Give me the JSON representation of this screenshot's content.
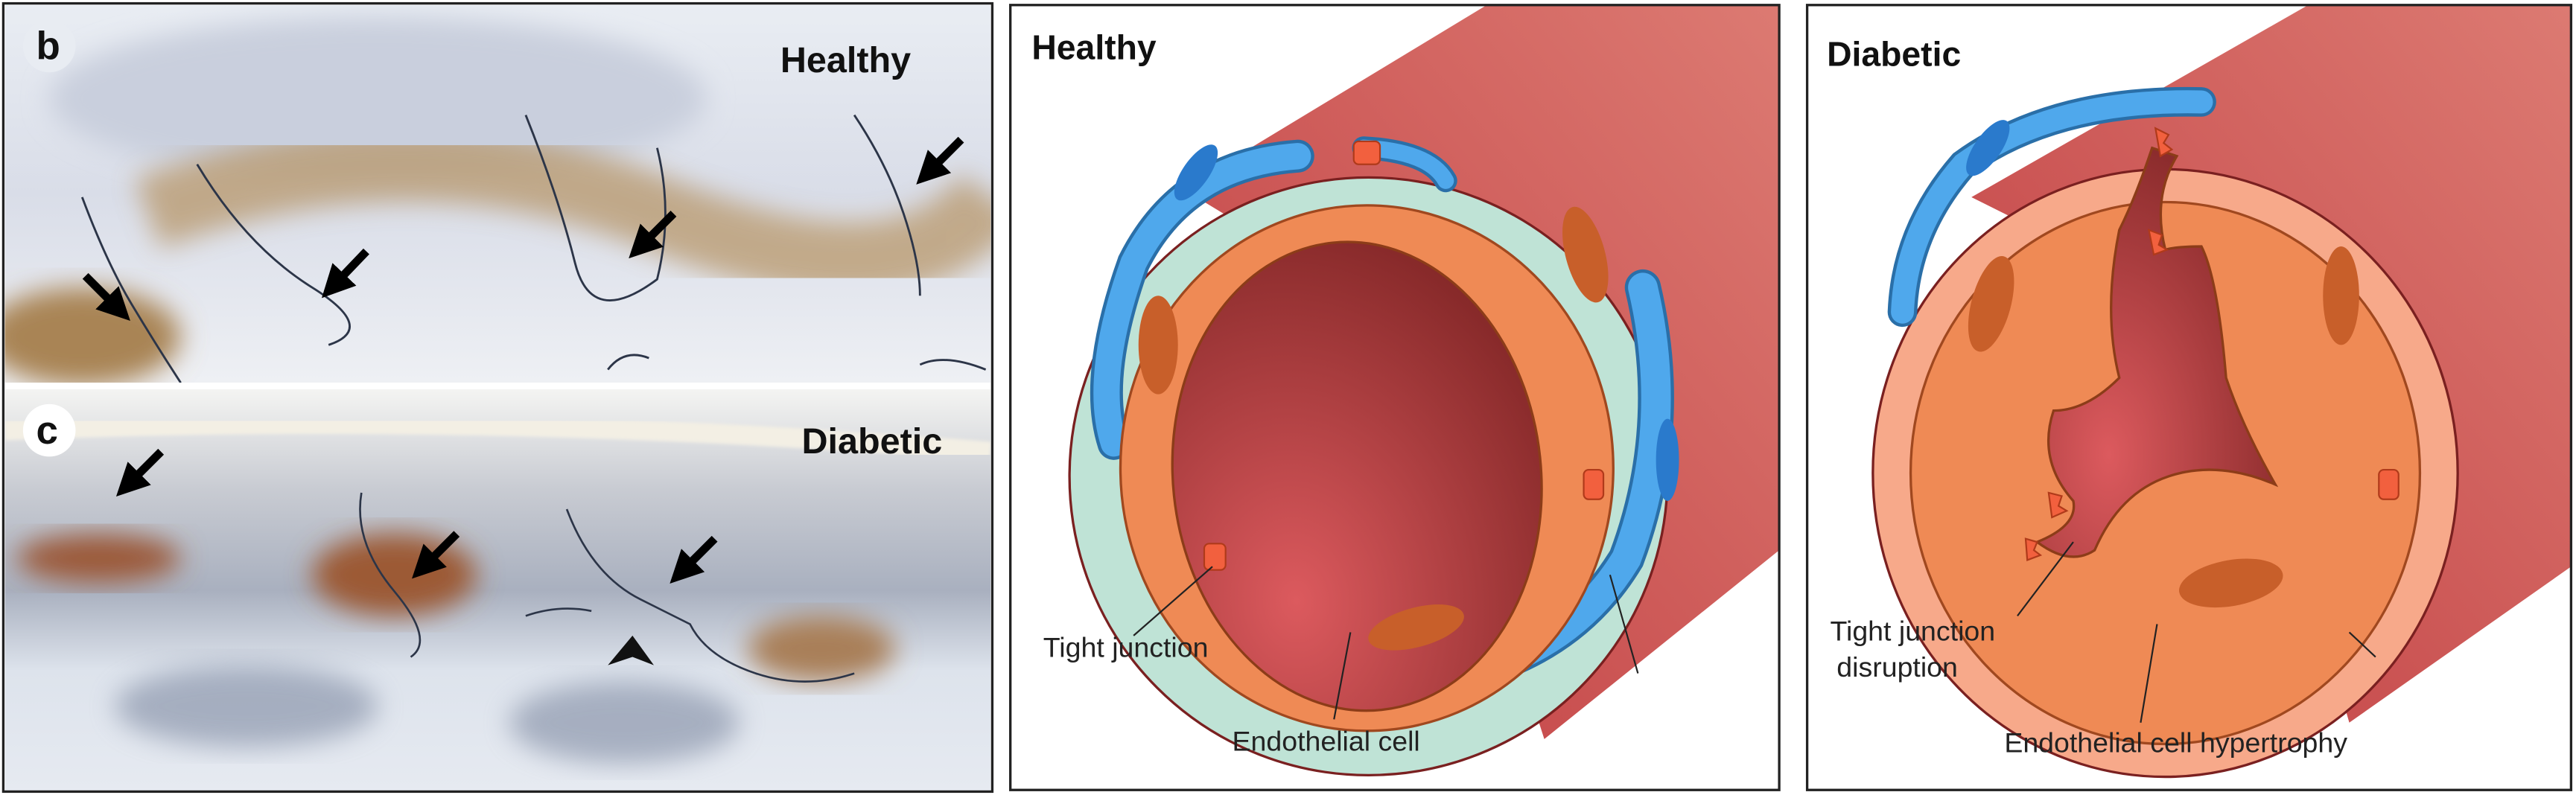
{
  "photo_panels": [
    {
      "letter": "b",
      "label": "Healthy"
    },
    {
      "letter": "c",
      "label": "Diabetic"
    }
  ],
  "diagram_healthy": {
    "title": "Healthy",
    "label_junction": "Tight junction",
    "label_cell": "Endothelial cell"
  },
  "diagram_diabetic": {
    "title": "Diabetic",
    "label_junction_1": "Tight junction",
    "label_junction_2": "disruption",
    "label_cell": "Endothelial cell hypertrophy"
  },
  "colors": {
    "vessel": "#c94a4c",
    "teal_layer": "#bfe3d6",
    "smooth_muscle": "#4fa8ec",
    "endothelium": "#ef8a55",
    "junction": "#f2603e",
    "diabetic_layer": "#f7a98a"
  }
}
